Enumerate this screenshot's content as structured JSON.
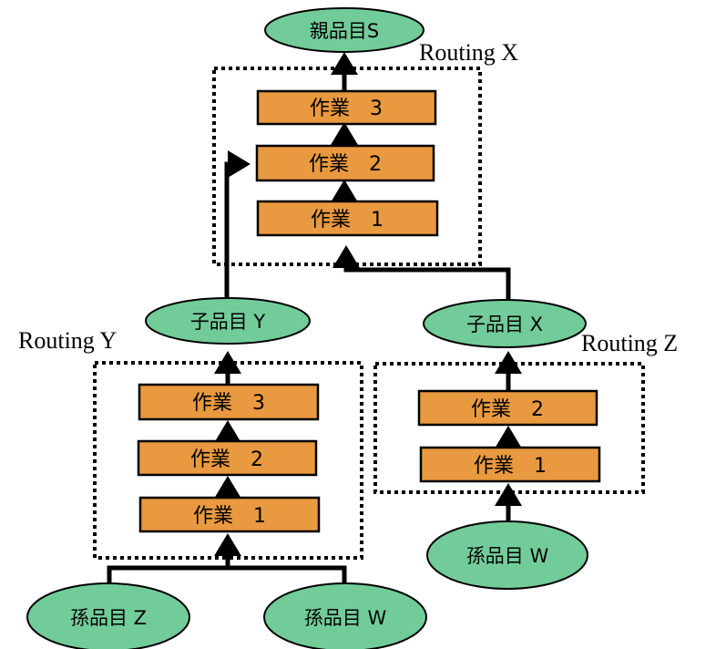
{
  "items": {
    "parent_s": "親品目S",
    "child_y": "子品目 Y",
    "child_x": "子品目 X",
    "grandchild_z": "孫品目 Z",
    "grandchild_w_left": "孫品目 W",
    "grandchild_w_right": "孫品目 W"
  },
  "routings": {
    "x": {
      "label": "Routing X",
      "tasks": [
        "作業　3",
        "作業　2",
        "作業　1"
      ]
    },
    "y": {
      "label": "Routing Y",
      "tasks": [
        "作業　3",
        "作業　2",
        "作業　1"
      ]
    },
    "z": {
      "label": "Routing Z",
      "tasks": [
        "作業　2",
        "作業　1"
      ]
    }
  },
  "colors": {
    "item_fill": "#72cc9a",
    "task_fill": "#e9993f"
  }
}
